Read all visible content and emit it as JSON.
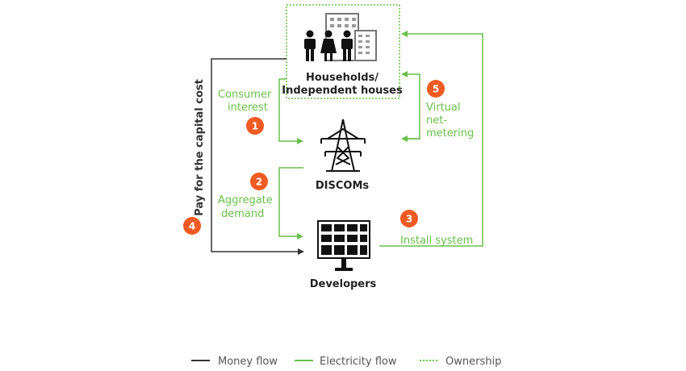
{
  "nodes": {
    "households": {
      "line1": "Households/",
      "line2": "Independent houses"
    },
    "discoms": {
      "label": "DISCOMs"
    },
    "developers": {
      "label": "Developers"
    }
  },
  "steps": [
    {
      "number": "1",
      "lines": [
        "Consumer",
        "interest"
      ]
    },
    {
      "number": "2",
      "lines": [
        "Aggregate",
        "demand"
      ]
    },
    {
      "number": "3",
      "lines": [
        "Install system"
      ]
    },
    {
      "number": "4",
      "lines": [
        "Pay for the capital cost"
      ]
    },
    {
      "number": "5",
      "lines": [
        "Virtual",
        "net-",
        "metering"
      ]
    }
  ],
  "legend": [
    {
      "label": "Money flow",
      "style": "solid-dark"
    },
    {
      "label": "Electricity flow",
      "style": "solid-green"
    },
    {
      "label": "Ownership",
      "style": "dotted-green"
    }
  ],
  "colors": {
    "money": "#333333",
    "electricity": "#6abf4b",
    "badge": "#f05a23"
  }
}
